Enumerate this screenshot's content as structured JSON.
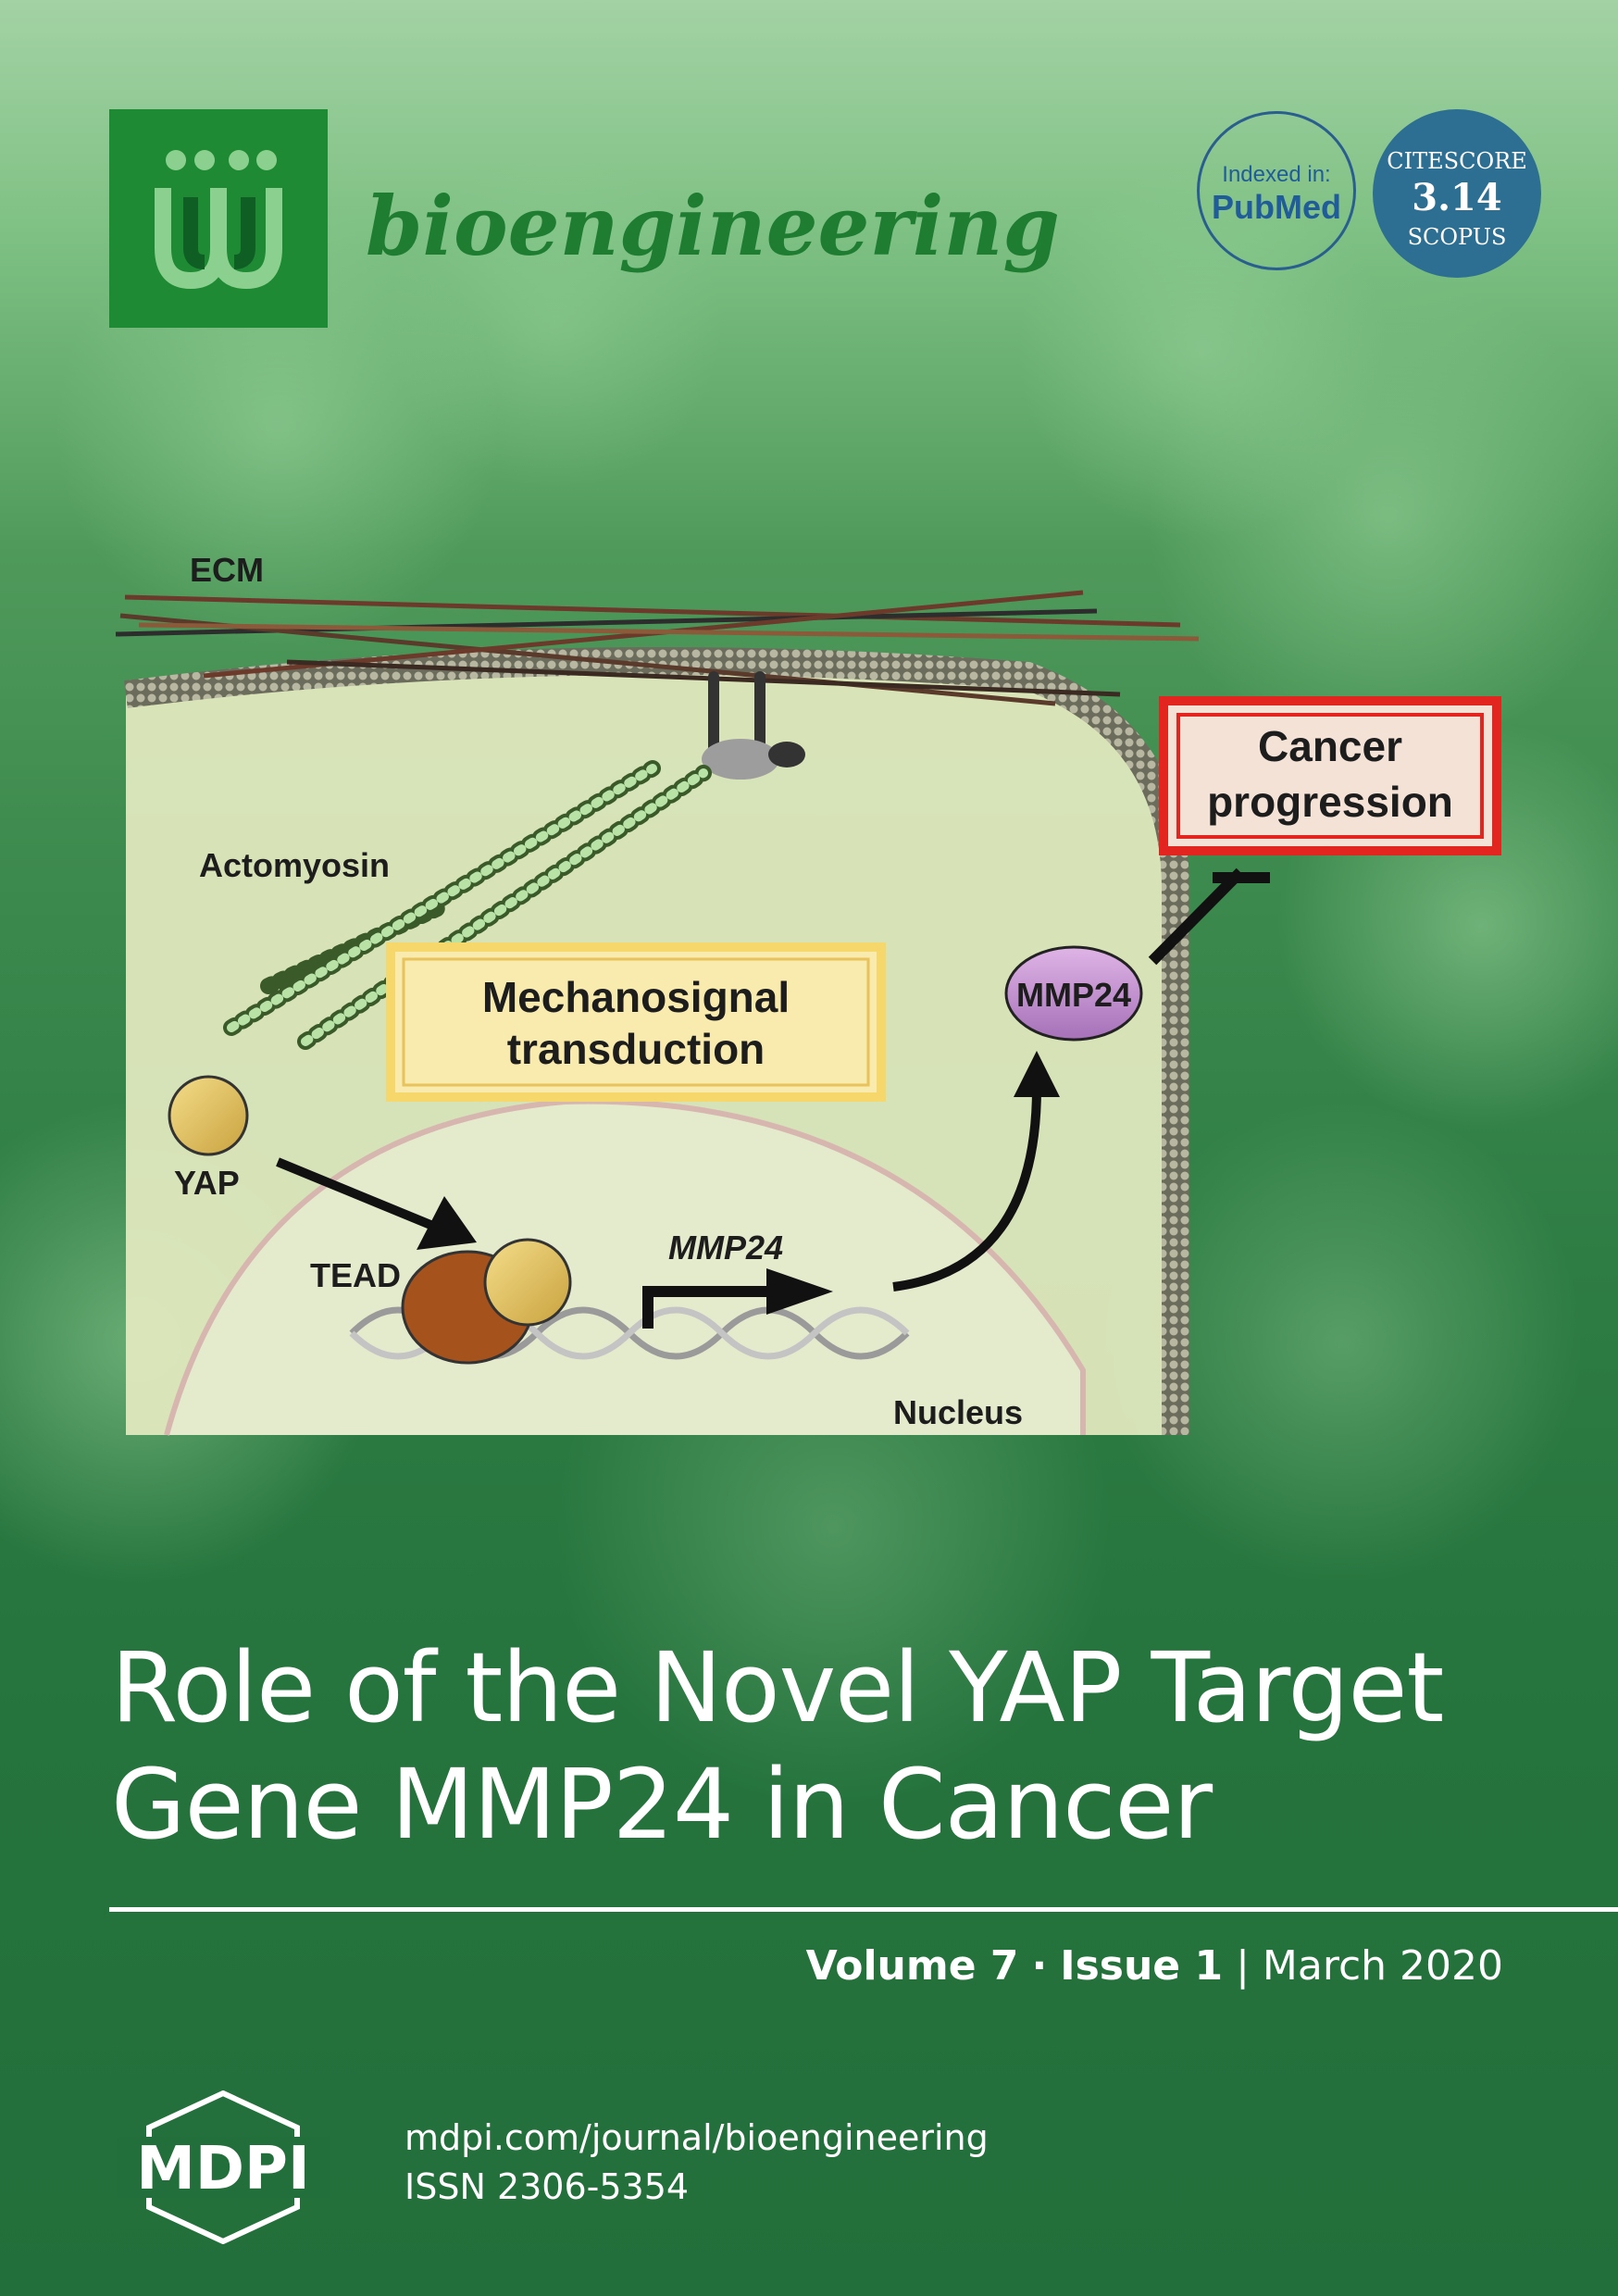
{
  "journal": {
    "name": "bioengineering",
    "logo_icon": "bioengineering-logo-icon",
    "brand_color": "#1f8a34"
  },
  "badges": {
    "pubmed": {
      "indexed_label": "Indexed in:",
      "name": "PubMed"
    },
    "citescore": {
      "label": "CITESCORE",
      "value": "3.14",
      "source": "SCOPUS"
    }
  },
  "figure": {
    "labels": {
      "ecm": "ECM",
      "actomyosin": "Actomyosin",
      "mechanosignal_line1": "Mechanosignal",
      "mechanosignal_line2": "transduction",
      "cancer_line1": "Cancer",
      "cancer_line2": "progression",
      "mmp24_protein": "MMP24",
      "yap": "YAP",
      "tead": "TEAD",
      "mmp24_gene": "MMP24",
      "nucleus": "Nucleus"
    },
    "colors": {
      "yap": "#e2c35c",
      "tead": "#a6521c",
      "mmp24": "#c58fd0",
      "cancer_box": "#e2251f",
      "mechano_box": "#f6d76b"
    }
  },
  "cover_title": {
    "line1": "Role of the Novel YAP Target",
    "line2": "Gene MMP24 in Cancer"
  },
  "issue": {
    "volume": "Volume 7",
    "separator": "·",
    "issue": "Issue 1",
    "divider": "|",
    "date": "March 2020"
  },
  "publisher": {
    "name": "MDPI",
    "url": "mdpi.com/journal/bioengineering",
    "issn": "ISSN 2306-5354"
  }
}
